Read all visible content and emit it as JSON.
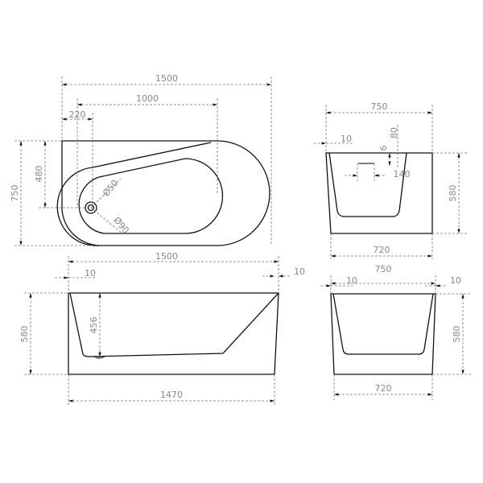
{
  "plan_view": {
    "overall_length": "1500",
    "drain_to_end": "1000",
    "drain_offset": "220",
    "overall_width": "750",
    "drain_from_edge": "480",
    "drain_diameter_inner": "Ø50",
    "drain_diameter_outer": "Ø90"
  },
  "side_section_view": {
    "top_width": "750",
    "wall_offset": "10",
    "overflow_height": "80",
    "overflow_gap": "6",
    "overflow_length": "140",
    "height": "580",
    "bottom_width": "720"
  },
  "front_view": {
    "top_length": "1500",
    "wall_offset_left": "10",
    "wall_offset_right": "10",
    "height": "580",
    "inner_depth": "456",
    "bottom_length": "1470"
  },
  "end_view": {
    "top_width": "750",
    "wall_offset_left": "10",
    "wall_offset_right": "10",
    "height": "580",
    "bottom_width": "720"
  }
}
